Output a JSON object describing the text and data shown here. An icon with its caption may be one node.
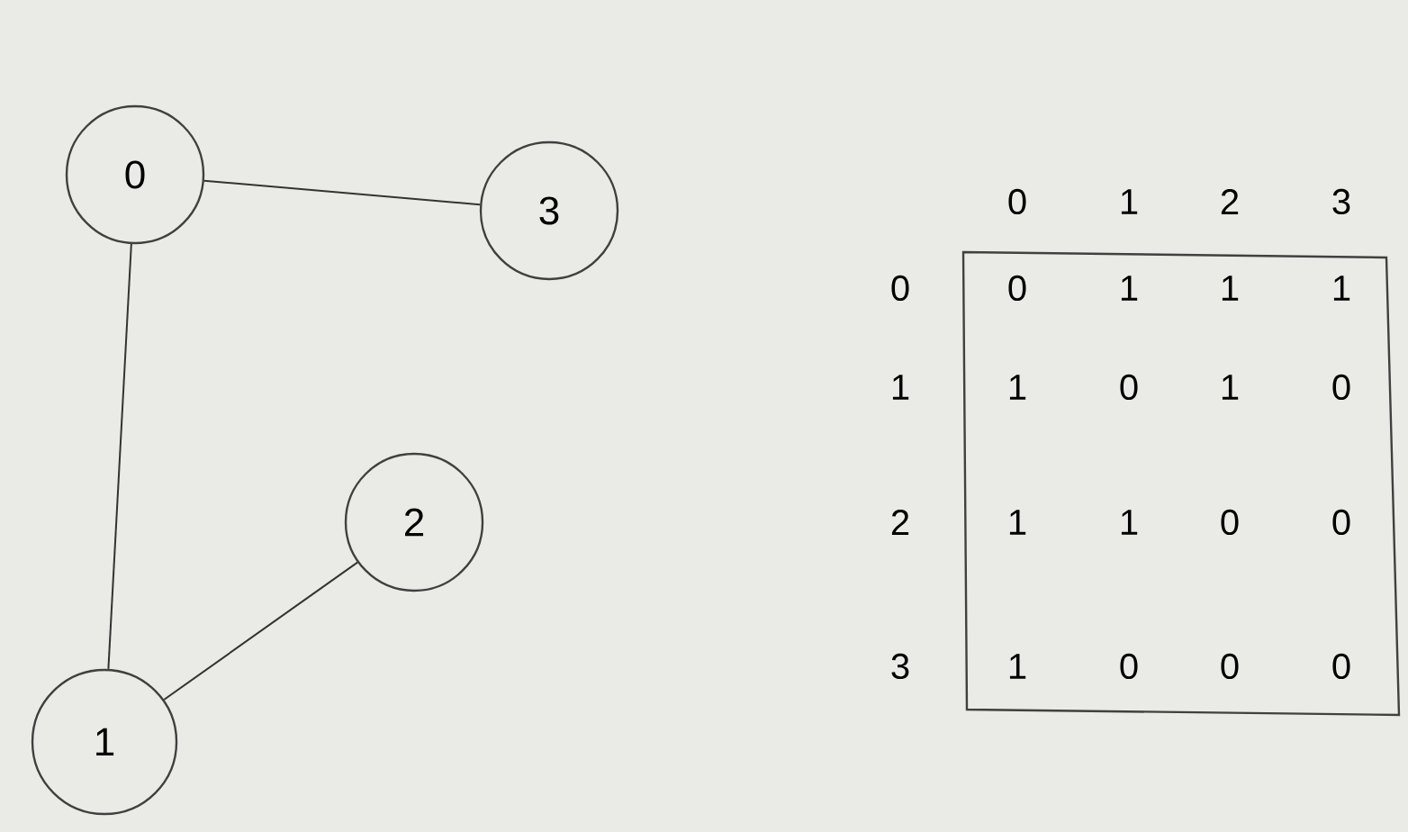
{
  "diagram": {
    "nodes": [
      {
        "text": [
          "0"
        ]
      },
      {
        "text": [
          "1"
        ]
      },
      {
        "text": [
          "2"
        ]
      },
      {
        "text": [
          "3"
        ]
      }
    ],
    "edges": [
      {
        "from": 0,
        "to": 3,
        "arrow": "none"
      },
      {
        "from": 0,
        "to": 1,
        "arrow": "none"
      },
      {
        "from": 1,
        "to": 2,
        "arrow": "none"
      }
    ],
    "labels": [
      "0",
      "1",
      "2",
      "3",
      "0",
      "0",
      "1",
      "1",
      "1",
      "1",
      "1",
      "0",
      "1",
      "0",
      "2",
      "1",
      "1",
      "0",
      "0",
      "3",
      "1",
      "0",
      "0",
      "0"
    ]
  }
}
